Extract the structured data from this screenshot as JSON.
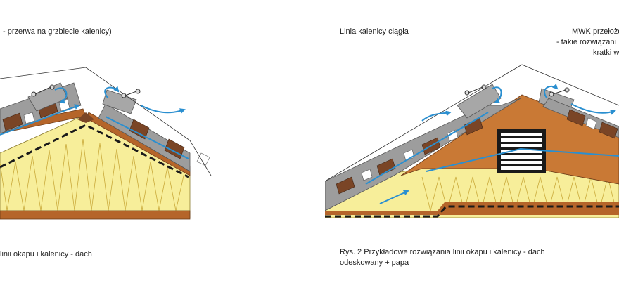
{
  "left_panel": {
    "top_label": "- przerwa na grzbiecie kalenicy)",
    "caption": "linii okapu i kalenicy - dach"
  },
  "right_panel": {
    "ridge_label": "Linia kalenicy ciągła",
    "mwk_label": {
      "line1": "MWK przełożo",
      "line2": "- takie rozwiązani",
      "line3": "kratki w"
    },
    "caption": {
      "line1": "Rys. 2 Przykładowe rozwiązania linii okapu i kalenicy - dach",
      "line2": "odeskowany + papa"
    }
  },
  "colors": {
    "insulation": "#f7ee9a",
    "timber": "#b5652a",
    "batten": "#7a4526",
    "roofing": "#9d9d9d",
    "roofing_edge": "#c8c8c8",
    "airflow": "#2a8fd0",
    "membrane": "#1a1a1a"
  }
}
